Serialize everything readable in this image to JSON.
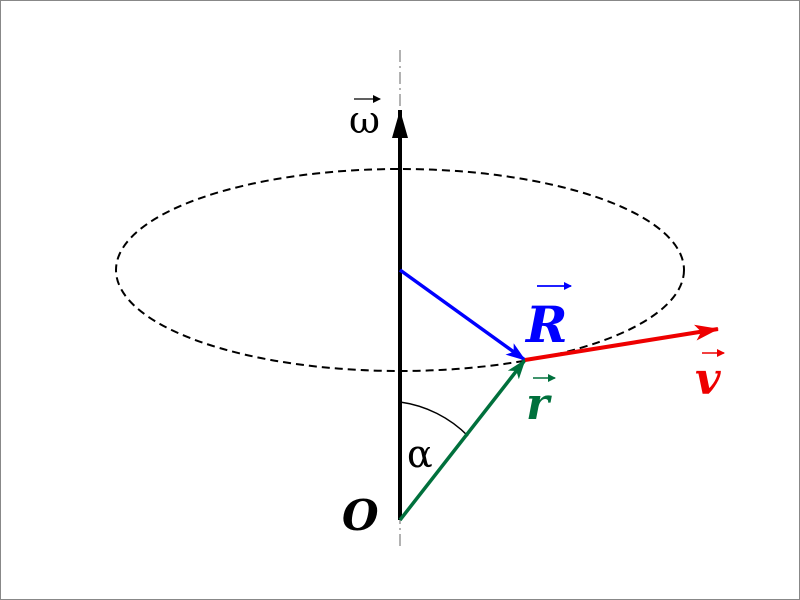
{
  "labels": {
    "omega": "ω",
    "R": "R",
    "r": "r",
    "v": "v",
    "alpha": "α",
    "origin": "O"
  },
  "colors": {
    "omega": "#000000",
    "R": "#0000ff",
    "r": "#00703c",
    "v": "#ee0000",
    "circle": "#000000",
    "frame": "#888888"
  }
}
